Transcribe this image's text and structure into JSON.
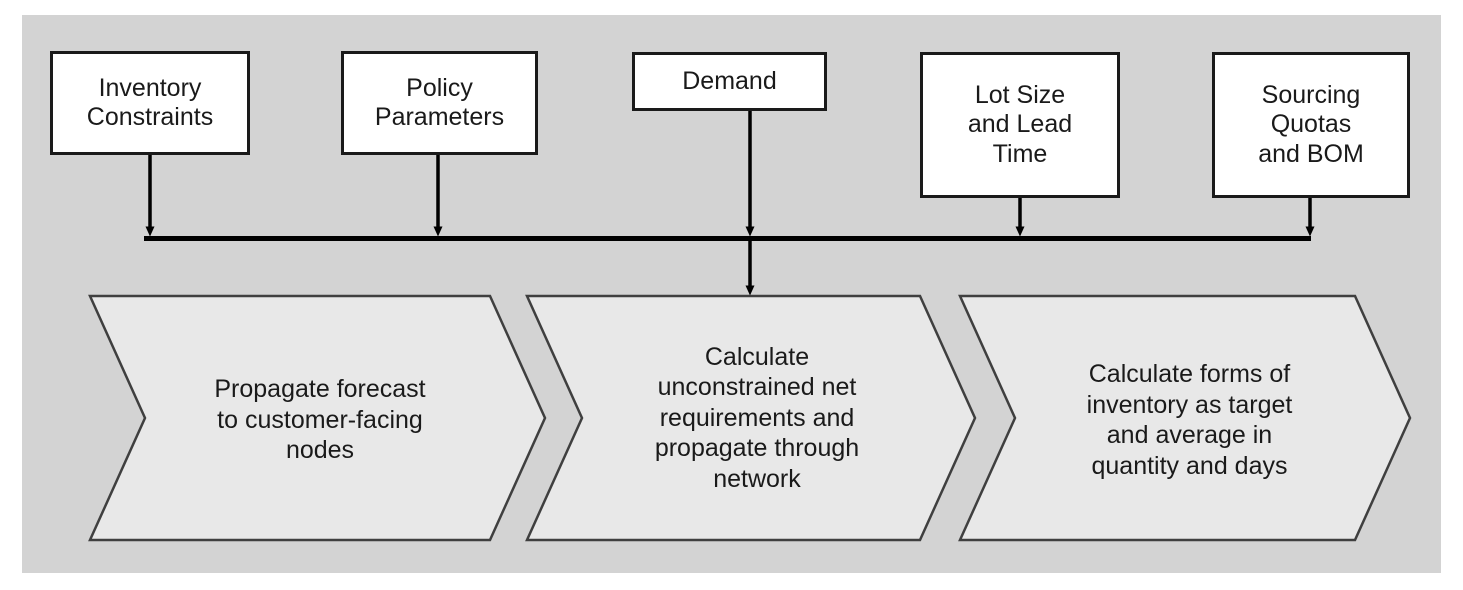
{
  "diagram": {
    "title": "Inventory planning process flow",
    "canvas_background": "#d3d3d3",
    "page_background": "#ffffff",
    "box_fill": "#ffffff",
    "box_border": "#1a1a1a",
    "chevron_fill": "#e8e8e8",
    "chevron_border": "#3f3f3f",
    "connector_color": "#000000",
    "text_color": "#1a1a1a"
  },
  "inputs": [
    {
      "id": "inventory-constraints",
      "label": "Inventory\nConstraints"
    },
    {
      "id": "policy-parameters",
      "label": "Policy\nParameters"
    },
    {
      "id": "demand",
      "label": "Demand"
    },
    {
      "id": "lot-size-and-lead-time",
      "label": "Lot Size\nand Lead\nTime"
    },
    {
      "id": "sourcing-quotas-and-bom",
      "label": "Sourcing\nQuotas\nand BOM"
    }
  ],
  "steps": [
    {
      "id": "propagate-forecast",
      "label": "Propagate forecast\nto customer-facing\nnodes"
    },
    {
      "id": "calculate-net-requirements",
      "label": "Calculate\nunconstrained net\nrequirements and\npropagate through\nnetwork"
    },
    {
      "id": "calculate-inventory-forms",
      "label": "Calculate forms of\ninventory as target\nand average in\nquantity and days"
    }
  ],
  "connectors": {
    "bus_label": "input collector bus",
    "arrow_labels": [
      "inventory-constraints-to-bus",
      "policy-parameters-to-bus",
      "demand-to-bus",
      "lot-size-and-lead-time-to-bus",
      "sourcing-quotas-and-bom-to-bus",
      "bus-to-calculate-net-requirements"
    ]
  }
}
